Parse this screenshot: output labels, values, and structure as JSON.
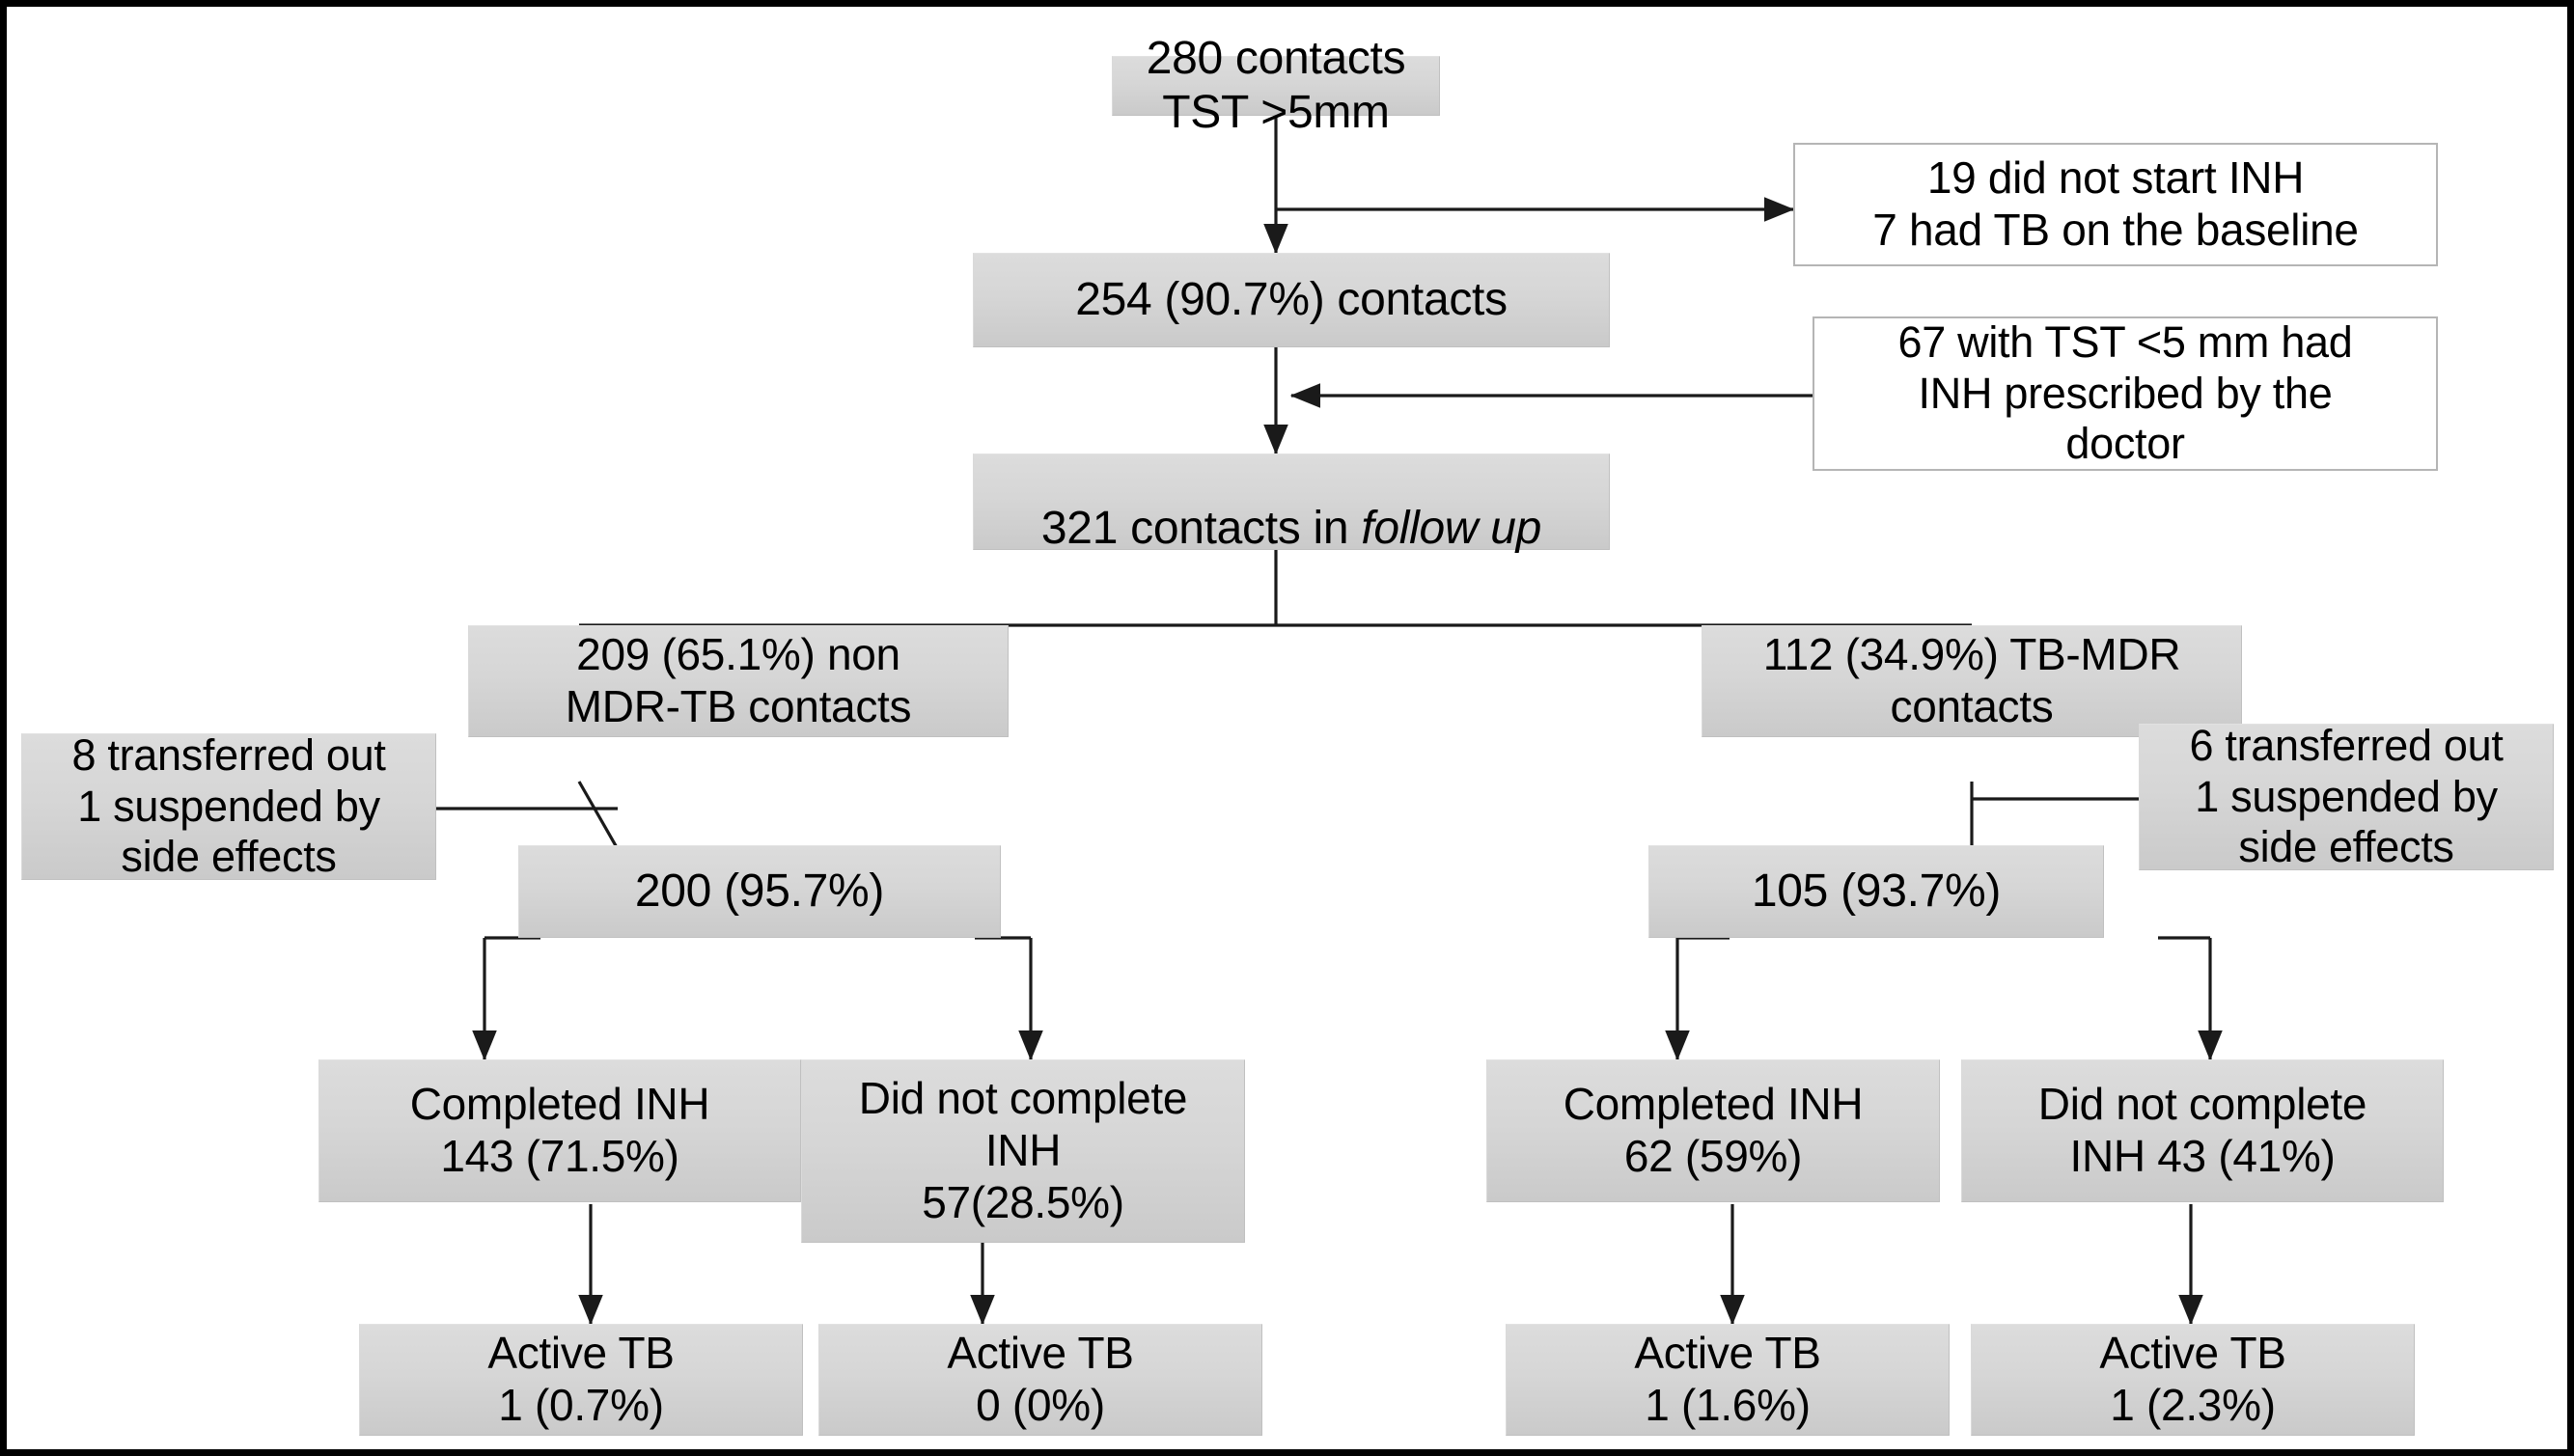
{
  "figure": {
    "type": "flowchart",
    "title": "TB contact INH preventive therapy cascade",
    "frame_color": "#000000",
    "node_fill": "#d6d6d6",
    "node_border": "#c0c0c0",
    "edge_color": "#000000"
  },
  "nodes": {
    "root": {
      "id": "root",
      "style": "gray",
      "lines": [
        "280 contacts",
        "TST >5mm"
      ],
      "text": "280 contacts\nTST >5mm"
    },
    "excluded": {
      "id": "excluded",
      "style": "white",
      "lines": [
        "19 did not start INH",
        "7 had TB on the baseline"
      ],
      "text": "19 did not start INH\n7 had TB on the baseline"
    },
    "started": {
      "id": "started",
      "style": "gray",
      "lines": [
        "254 (90.7%) contacts"
      ],
      "text": "254 (90.7%) contacts"
    },
    "added": {
      "id": "added",
      "style": "white",
      "lines": [
        "67 with  TST <5 mm had",
        "INH prescribed by the",
        "doctor"
      ],
      "text": "67 with  TST <5 mm had\nINH prescribed by the\ndoctor"
    },
    "followup_pre": {
      "id": "followup",
      "style": "gray",
      "prefix": "321 contacts in ",
      "emphasis": "follow up",
      "text": "321 contacts in follow up"
    },
    "non_mdr": {
      "id": "non-mdr-contacts",
      "style": "gray",
      "lines": [
        "209 (65.1%)  non",
        "MDR-TB contacts"
      ],
      "text": "209 (65.1%)  non\nMDR-TB contacts"
    },
    "mdr": {
      "id": "mdr-contacts",
      "style": "gray",
      "lines": [
        "112 (34.9%)  TB-MDR",
        "contacts"
      ],
      "text": "112 (34.9%)  TB-MDR\ncontacts"
    },
    "left_loss": {
      "id": "left-losses",
      "style": "gray",
      "lines": [
        "8 transferred out",
        "1 suspended by",
        "side effects"
      ],
      "text": "8 transferred out\n1 suspended by\nside effects"
    },
    "right_loss": {
      "id": "right-losses",
      "style": "gray",
      "lines": [
        "6 transferred out",
        "1 suspended by",
        "side effects"
      ],
      "text": "6 transferred out\n1 suspended by\nside effects"
    },
    "left_retained": {
      "id": "left-retained",
      "style": "gray",
      "lines": [
        "200 (95.7%)"
      ],
      "text": "200 (95.7%)"
    },
    "right_retained": {
      "id": "right-retained",
      "style": "gray",
      "lines": [
        "105 (93.7%)"
      ],
      "text": "105 (93.7%)"
    },
    "l_completed": {
      "id": "left-completed-inh",
      "style": "gray",
      "lines": [
        "Completed INH",
        "143 (71.5%)"
      ],
      "text": "Completed INH\n143 (71.5%)"
    },
    "l_not_completed": {
      "id": "left-not-completed-inh",
      "style": "gray",
      "lines": [
        "Did not complete",
        "INH",
        "57(28.5%)"
      ],
      "text": "Did not complete\nINH\n57(28.5%)"
    },
    "r_completed": {
      "id": "right-completed-inh",
      "style": "gray",
      "lines": [
        "Completed INH",
        "62 (59%)"
      ],
      "text": "Completed INH\n62 (59%)"
    },
    "r_not_completed": {
      "id": "right-not-completed-inh",
      "style": "gray",
      "lines": [
        "Did not complete",
        "INH 43 (41%)"
      ],
      "text": "Did not complete\nINH 43 (41%)"
    },
    "tb_1": {
      "id": "active-tb-left-completed",
      "style": "gray",
      "lines": [
        "Active TB",
        "1 (0.7%)"
      ],
      "text": "Active TB\n1 (0.7%)"
    },
    "tb_2": {
      "id": "active-tb-left-not-completed",
      "style": "gray",
      "lines": [
        "Active TB",
        "0 (0%)"
      ],
      "text": "Active TB\n0 (0%)"
    },
    "tb_3": {
      "id": "active-tb-right-completed",
      "style": "gray",
      "lines": [
        "Active TB",
        "1 (1.6%)"
      ],
      "text": "Active TB\n1 (1.6%)"
    },
    "tb_4": {
      "id": "active-tb-right-not-completed",
      "style": "gray",
      "lines": [
        "Active TB",
        "1 (2.3%)"
      ],
      "text": "Active TB\n1 (2.3%)"
    }
  },
  "flow_data": {
    "total_screened": 280,
    "tst_threshold_mm": 5,
    "did_not_start_inh": 19,
    "tb_at_baseline": 7,
    "started_inh": 254,
    "started_inh_pct": 90.7,
    "added_tst_under_5mm": 67,
    "in_follow_up": 321,
    "non_mdr_contacts": 209,
    "non_mdr_pct": 65.1,
    "mdr_contacts": 112,
    "mdr_pct": 34.9,
    "left_transferred_out": 8,
    "left_suspended_side_effects": 1,
    "right_transferred_out": 6,
    "right_suspended_side_effects": 1,
    "left_retained": 200,
    "left_retained_pct": 95.7,
    "right_retained": 105,
    "right_retained_pct": 93.7,
    "left_completed": 143,
    "left_completed_pct": 71.5,
    "left_not_completed": 57,
    "left_not_completed_pct": 28.5,
    "right_completed": 62,
    "right_completed_pct": 59,
    "right_not_completed": 43,
    "right_not_completed_pct": 41,
    "active_tb_left_completed": 1,
    "active_tb_left_completed_pct": 0.7,
    "active_tb_left_not_completed": 0,
    "active_tb_left_not_completed_pct": 0,
    "active_tb_right_completed": 1,
    "active_tb_right_completed_pct": 1.6,
    "active_tb_right_not_completed": 1,
    "active_tb_right_not_completed_pct": 2.3
  }
}
